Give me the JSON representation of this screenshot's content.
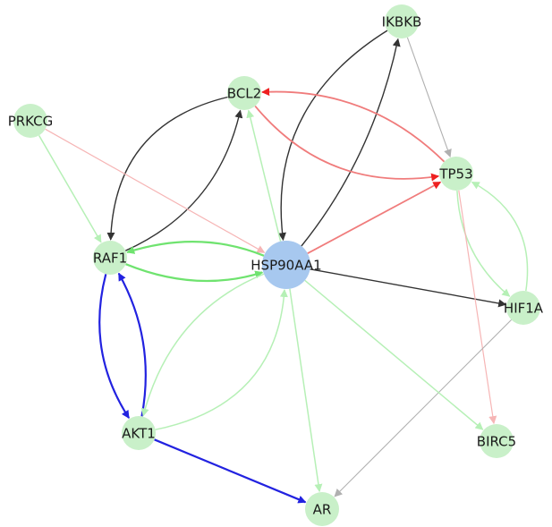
{
  "colors": {
    "background": "#ffffff",
    "node": "#c9f0c9",
    "hub_node": "#a7c8ef",
    "edge_black": "#333333",
    "edge_gray": "#b0b0b0",
    "edge_red": "#f07c7c",
    "edge_pink": "#f6b5b5",
    "edge_green": "#6fe36f",
    "edge_lightgreen": "#b6f0b6",
    "edge_blue": "#2222e0"
  },
  "nodes": [
    {
      "id": "IKBKB",
      "label": "IKBKB",
      "kind": "gene"
    },
    {
      "id": "BCL2",
      "label": "BCL2",
      "kind": "gene"
    },
    {
      "id": "PRKCG",
      "label": "PRKCG",
      "kind": "gene"
    },
    {
      "id": "TP53",
      "label": "TP53",
      "kind": "gene"
    },
    {
      "id": "RAF1",
      "label": "RAF1",
      "kind": "gene"
    },
    {
      "id": "HSP90AA1",
      "label": "HSP90AA1",
      "kind": "hub"
    },
    {
      "id": "HIF1A",
      "label": "HIF1A",
      "kind": "gene"
    },
    {
      "id": "AKT1",
      "label": "AKT1",
      "kind": "gene"
    },
    {
      "id": "BIRC5",
      "label": "BIRC5",
      "kind": "gene"
    },
    {
      "id": "AR",
      "label": "AR",
      "kind": "gene"
    }
  ],
  "edges": [
    {
      "from": "IKBKB",
      "to": "HSP90AA1",
      "color": "black"
    },
    {
      "from": "HSP90AA1",
      "to": "IKBKB",
      "color": "black"
    },
    {
      "from": "IKBKB",
      "to": "TP53",
      "color": "gray"
    },
    {
      "from": "BCL2",
      "to": "RAF1",
      "color": "black"
    },
    {
      "from": "RAF1",
      "to": "BCL2",
      "color": "black"
    },
    {
      "from": "TP53",
      "to": "BCL2",
      "color": "red"
    },
    {
      "from": "BCL2",
      "to": "TP53",
      "color": "red"
    },
    {
      "from": "HSP90AA1",
      "to": "BCL2",
      "color": "lightgreen"
    },
    {
      "from": "HSP90AA1",
      "to": "TP53",
      "color": "red"
    },
    {
      "from": "PRKCG",
      "to": "RAF1",
      "color": "lightgreen"
    },
    {
      "from": "PRKCG",
      "to": "HSP90AA1",
      "color": "pink"
    },
    {
      "from": "HSP90AA1",
      "to": "RAF1",
      "color": "green"
    },
    {
      "from": "RAF1",
      "to": "HSP90AA1",
      "color": "green"
    },
    {
      "from": "HSP90AA1",
      "to": "HIF1A",
      "color": "black"
    },
    {
      "from": "HIF1A",
      "to": "TP53",
      "color": "lightgreen"
    },
    {
      "from": "TP53",
      "to": "HIF1A",
      "color": "lightgreen"
    },
    {
      "from": "TP53",
      "to": "BIRC5",
      "color": "pink"
    },
    {
      "from": "HIF1A",
      "to": "AR",
      "color": "gray"
    },
    {
      "from": "RAF1",
      "to": "AKT1",
      "color": "blue"
    },
    {
      "from": "AKT1",
      "to": "RAF1",
      "color": "blue"
    },
    {
      "from": "AKT1",
      "to": "HSP90AA1",
      "color": "lightgreen"
    },
    {
      "from": "HSP90AA1",
      "to": "AKT1",
      "color": "lightgreen"
    },
    {
      "from": "HSP90AA1",
      "to": "AR",
      "color": "lightgreen"
    },
    {
      "from": "HSP90AA1",
      "to": "BIRC5",
      "color": "lightgreen"
    },
    {
      "from": "AKT1",
      "to": "AR",
      "color": "blue"
    }
  ]
}
